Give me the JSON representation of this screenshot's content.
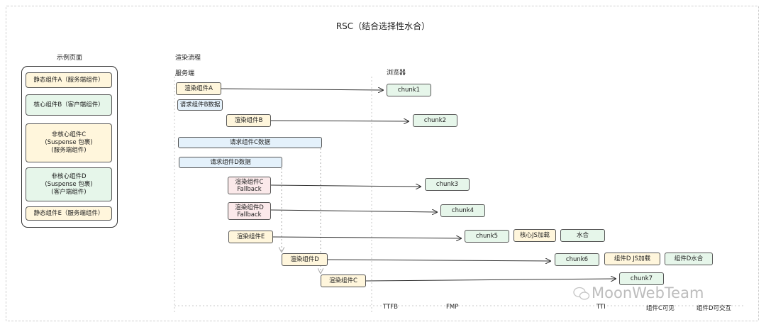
{
  "title": "RSC（结合选择性水合）",
  "example_page": {
    "label": "示例页面",
    "components": [
      "静态组件A（服务端组件）",
      "核心组件B（客户端组件）",
      "非核心组件C\n(Suspense 包裹)\n(服务端组件)",
      "非核心组件D\n(Suspense 包裹)\n(客户端组件)",
      "静态组件E（服务端组件）"
    ]
  },
  "flow": {
    "label": "渲染流程",
    "server_label": "服务端",
    "browser_label": "浏览器",
    "server_steps": [
      "渲染组件A",
      "请求组件B数据",
      "渲染组件B",
      "请求组件C数据",
      "请求组件D数据",
      "渲染组件C\nFallback",
      "渲染组件D\nFallback",
      "渲染组件E",
      "渲染组件D",
      "渲染组件C"
    ],
    "chunks": [
      "chunk1",
      "chunk2",
      "chunk3",
      "chunk4",
      "chunk5",
      "chunk6",
      "chunk7"
    ],
    "client_steps": [
      "核心JS加载",
      "水合",
      "组件D JS加载",
      "组件D水合"
    ]
  },
  "timeline": {
    "marks": [
      "TTFB",
      "FMP",
      "TTI",
      "组件C可见",
      "组件D可交互"
    ]
  },
  "watermark": "MoonWebTeam",
  "colors": {
    "yellow": "#fff6dc",
    "green": "#e6f6ea",
    "blue": "#e4f1fb",
    "red": "#fbe9ea",
    "stroke": "#333333"
  }
}
